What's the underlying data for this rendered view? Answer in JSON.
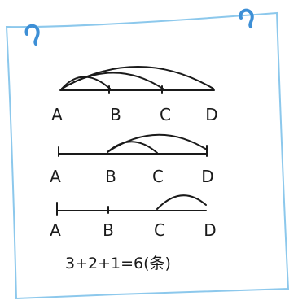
{
  "rows": [
    {
      "labels": [
        "A",
        "B",
        "C",
        "D"
      ]
    },
    {
      "labels": [
        "A",
        "B",
        "C",
        "D"
      ]
    },
    {
      "labels": [
        "A",
        "B",
        "C",
        "D"
      ]
    }
  ],
  "equation": "3+2+1=6(条)",
  "colors": {
    "paper_border": "#8cc8ec",
    "pin": "#3d8fd6",
    "ink": "#1a1a1a"
  },
  "icons": [
    "pin-icon",
    "pin-icon"
  ]
}
